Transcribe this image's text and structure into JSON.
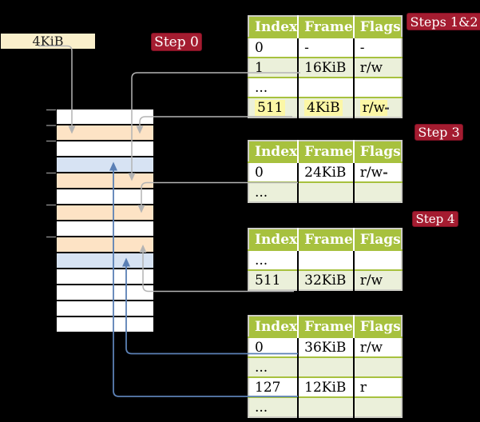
{
  "colors": {
    "background": "#000000",
    "label_bg": "#a41c30",
    "label_border": "#7d1023",
    "label_text": "#ffffff",
    "frame_box_bg": "#faefcb",
    "header_green": "#a7c13e",
    "row_shaded": "#ebf0da",
    "row_white": "#ffffff",
    "table_border": "#cdcdc5",
    "highlight_yellow": "#fcf7a6",
    "gray_arrow": "#b4b4b4",
    "blue_arrow": "#5b80b5",
    "tick": "#8a8a8a",
    "artifact_dash": "#474747"
  },
  "labels": {
    "frame_size": "4KiB",
    "step0": "Step 0",
    "steps12": "Steps 1&2",
    "step3": "Step 3",
    "step4": "Step 4"
  },
  "memory_strip": {
    "palette": {
      "white": "#ffffff",
      "orange": "#fde3c5",
      "blue": "#d7e3f3"
    },
    "rows": [
      "white",
      "orange",
      "white",
      "blue",
      "orange",
      "white",
      "orange",
      "white",
      "orange",
      "blue",
      "white",
      "white",
      "white",
      "white"
    ]
  },
  "tables": [
    {
      "header": [
        "Index",
        "Frame",
        "Flags"
      ],
      "rows": [
        {
          "cells": [
            "0",
            "-",
            "-"
          ],
          "shaded": false,
          "highlighted": false
        },
        {
          "cells": [
            "1",
            "16KiB",
            "r/w"
          ],
          "shaded": true,
          "highlighted": false
        },
        {
          "cells": [
            "...",
            "",
            ""
          ],
          "shaded": false,
          "highlighted": false
        },
        {
          "cells": [
            "511",
            "4KiB",
            "r/w"
          ],
          "shaded": true,
          "highlighted": true
        }
      ]
    },
    {
      "header": [
        "Index",
        "Frame",
        "Flags"
      ],
      "rows": [
        {
          "cells": [
            "0",
            "24KiB",
            "r/w"
          ],
          "shaded": false,
          "highlighted": false
        },
        {
          "cells": [
            "...",
            "",
            ""
          ],
          "shaded": true,
          "highlighted": false
        }
      ]
    },
    {
      "header": [
        "Index",
        "Frame",
        "Flags"
      ],
      "rows": [
        {
          "cells": [
            "...",
            "",
            ""
          ],
          "shaded": false,
          "highlighted": false
        },
        {
          "cells": [
            "511",
            "32KiB",
            "r/w"
          ],
          "shaded": true,
          "highlighted": false
        }
      ]
    },
    {
      "header": [
        "Index",
        "Frame",
        "Flags"
      ],
      "rows": [
        {
          "cells": [
            "0",
            "36KiB",
            "r/w"
          ],
          "shaded": false,
          "highlighted": false
        },
        {
          "cells": [
            "...",
            "",
            ""
          ],
          "shaded": true,
          "highlighted": false
        },
        {
          "cells": [
            "127",
            "12KiB",
            "r"
          ],
          "shaded": false,
          "highlighted": false
        },
        {
          "cells": [
            "...",
            "",
            ""
          ],
          "shaded": true,
          "highlighted": false
        }
      ]
    }
  ]
}
